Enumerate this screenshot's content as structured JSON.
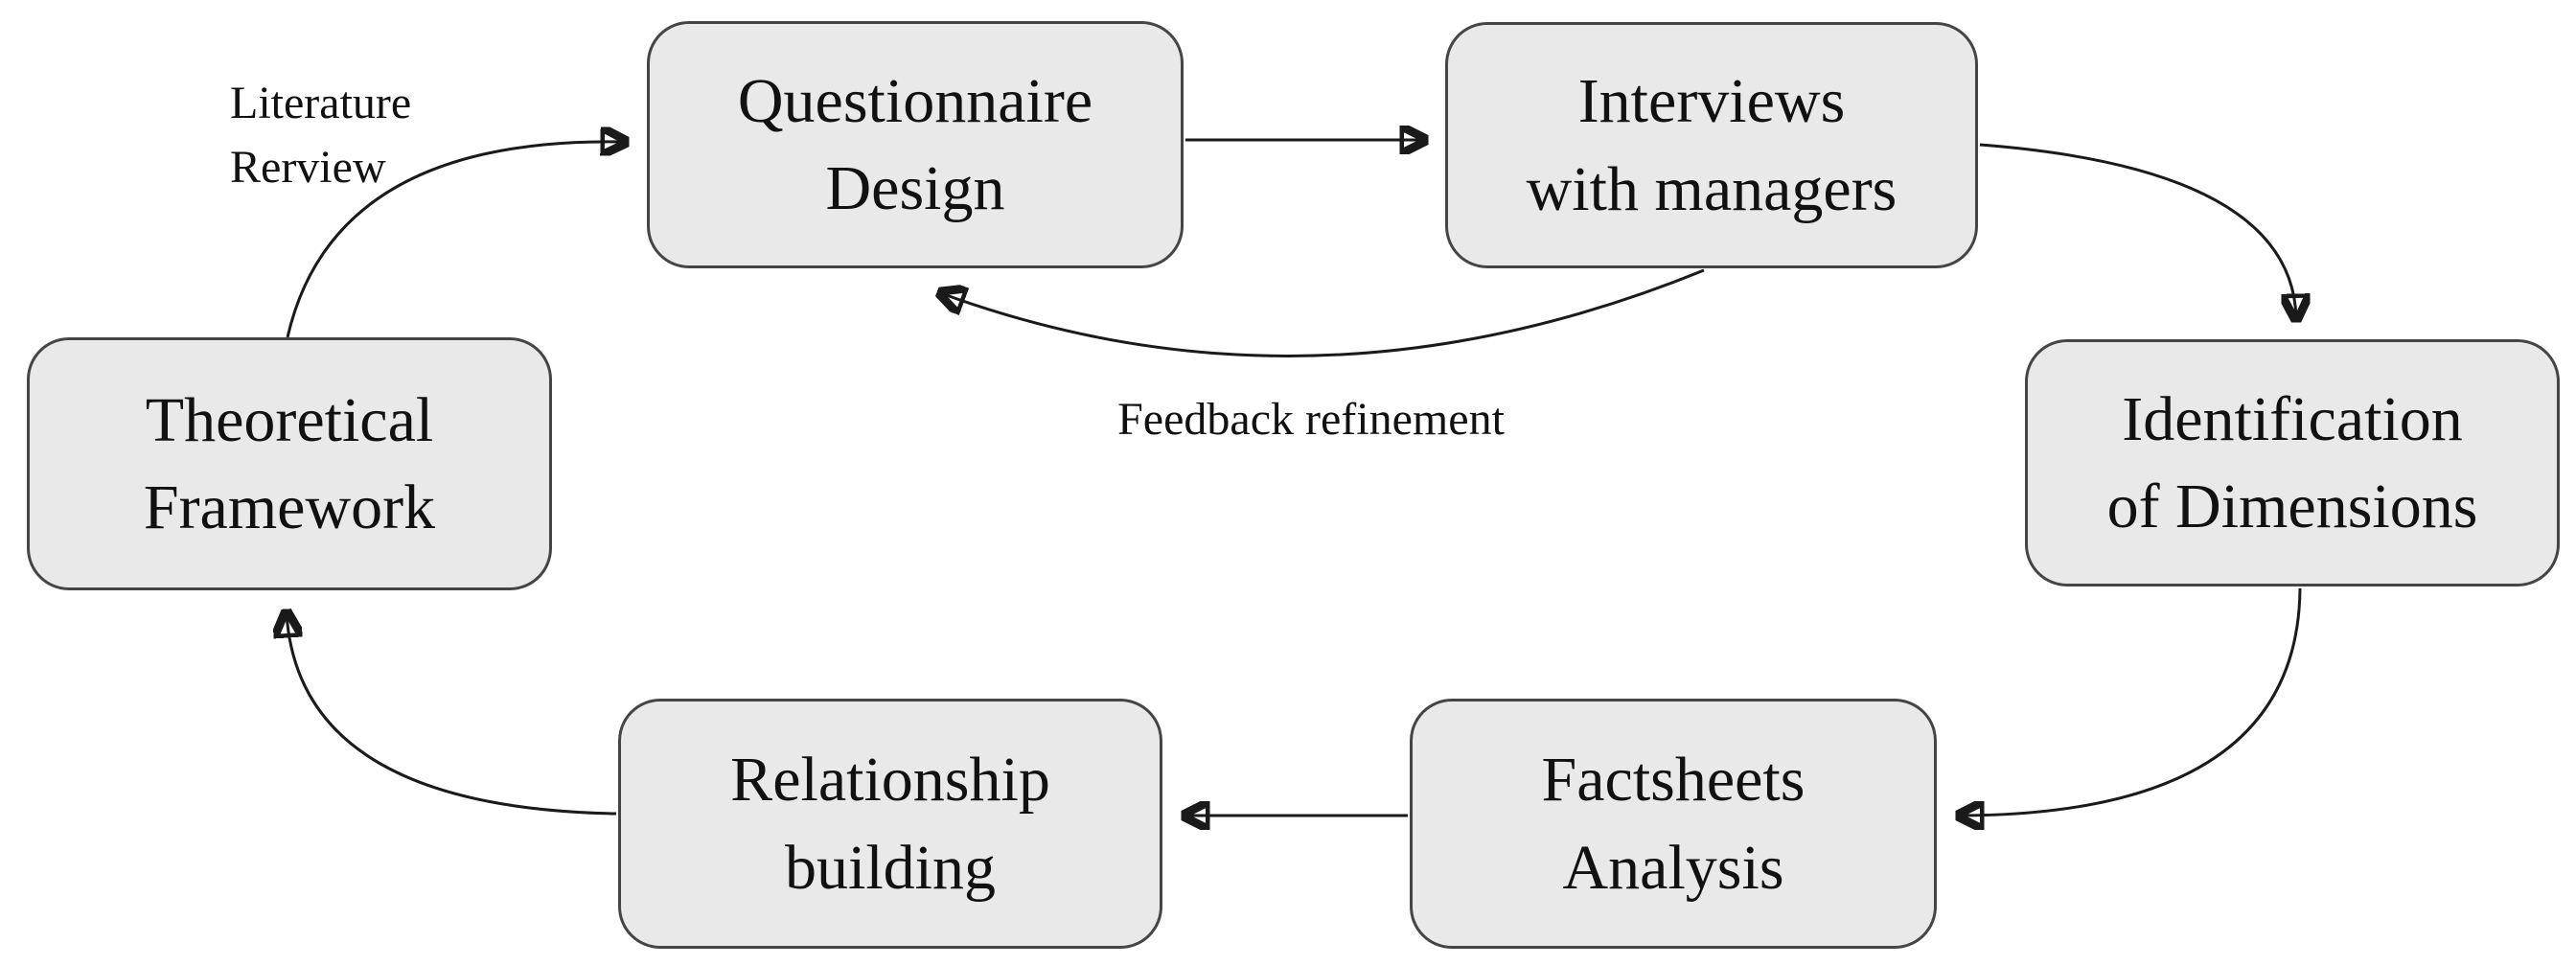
{
  "diagram": {
    "type": "cycle-flowchart",
    "nodes": {
      "questionnaire_design": {
        "label": "Questionnaire\nDesign"
      },
      "interviews_with_managers": {
        "label": "Interviews\nwith managers"
      },
      "identification_of_dimensions": {
        "label": "Identification\nof Dimensions"
      },
      "factsheets_analysis": {
        "label": "Factsheets\nAnalysis"
      },
      "relationship_building": {
        "label": "Relationship\nbuilding"
      },
      "theoretical_framework": {
        "label": "Theoretical\nFramework"
      }
    },
    "edge_labels": {
      "literature_review": "Literature\nRerview",
      "feedback_refinement": "Feedback refinement"
    },
    "edges": [
      {
        "from": "theoretical_framework",
        "to": "questionnaire_design",
        "label": "Literature Rerview",
        "style": "curved"
      },
      {
        "from": "questionnaire_design",
        "to": "interviews_with_managers",
        "label": "",
        "style": "straight"
      },
      {
        "from": "interviews_with_managers",
        "to": "questionnaire_design",
        "label": "Feedback refinement",
        "style": "curved"
      },
      {
        "from": "interviews_with_managers",
        "to": "identification_of_dimensions",
        "label": "",
        "style": "curved"
      },
      {
        "from": "identification_of_dimensions",
        "to": "factsheets_analysis",
        "label": "",
        "style": "curved"
      },
      {
        "from": "factsheets_analysis",
        "to": "relationship_building",
        "label": "",
        "style": "straight"
      },
      {
        "from": "relationship_building",
        "to": "theoretical_framework",
        "label": "",
        "style": "curved"
      }
    ]
  },
  "colors": {
    "background": "#ffffff",
    "box_fill": "#e9e9e9",
    "box_border": "#454545",
    "arrow_line": "#1a1a1a",
    "text": "#111111"
  }
}
